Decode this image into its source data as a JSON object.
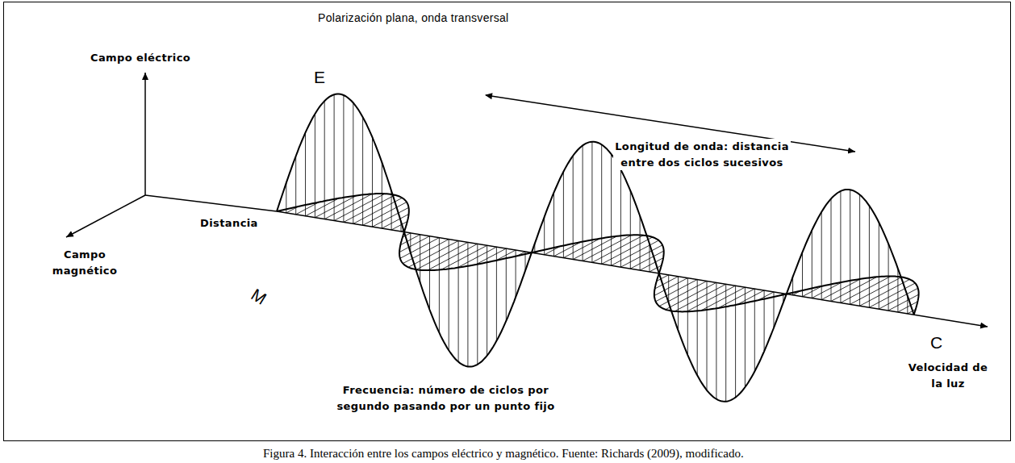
{
  "diagram": {
    "title": "Polarización plana, onda transversal",
    "caption": "Figura 4. Interacción entre los campos eléctrico y magnético. Fuente: Richards (2009), modificado.",
    "labels": [
      "Campo eléctrico",
      "Distancia",
      "Campo magnético",
      "E",
      "M",
      "Longitud de onda: distancia entre dos ciclos sucesivos",
      "Frecuencia: número de ciclos por segundo pasando por un punto fijo",
      "C",
      "Velocidad de la luz"
    ]
  }
}
